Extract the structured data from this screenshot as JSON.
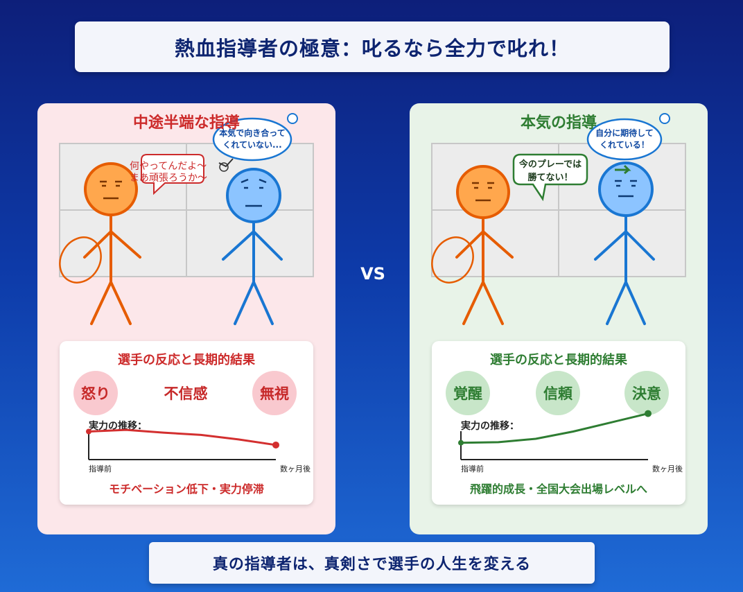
{
  "title": "熱血指導者の極意：叱るなら全力で叱れ！",
  "vs": "VS",
  "left": {
    "title": "中途半端な指導",
    "coach_speech": [
      "何やってんだよ〜",
      "まあ頑張ろうか〜"
    ],
    "player_thought": [
      "本気で向き合って",
      "くれていない..."
    ],
    "results_title": "選手の反応と長期的結果",
    "reactions": [
      "怒り",
      "不信感",
      "無視"
    ],
    "trend_label": "実力の推移：",
    "x_start": "指導前",
    "x_end": "数ヶ月後",
    "summary": "モチベーション低下・実力停滞",
    "color": "#cc2a2a"
  },
  "right": {
    "title": "本気の指導",
    "coach_speech": [
      "今のプレーでは",
      "勝てない！"
    ],
    "player_thought": [
      "自分に期待して",
      "くれている！"
    ],
    "results_title": "選手の反応と長期的結果",
    "reactions": [
      "覚醒",
      "信頼",
      "決意"
    ],
    "trend_label": "実力の推移：",
    "x_start": "指導前",
    "x_end": "数ヶ月後",
    "summary": "飛躍的成長・全国大会出場レベルへ",
    "color": "#2e7d32"
  },
  "bottom": "真の指導者は、真剣さで選手の人生を変える",
  "chart_data": [
    {
      "type": "line",
      "x": [
        0,
        1,
        2,
        3,
        4,
        5
      ],
      "values": [
        50,
        53,
        48,
        44,
        36,
        26
      ],
      "color": "#d32f2f"
    },
    {
      "type": "line",
      "x": [
        0,
        1,
        2,
        3,
        4,
        5
      ],
      "values": [
        30,
        31,
        37,
        50,
        66,
        82
      ],
      "color": "#2e7d32"
    }
  ]
}
